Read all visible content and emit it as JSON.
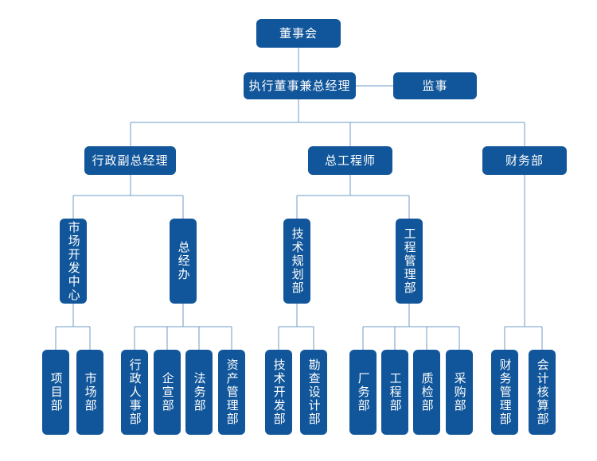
{
  "colors": {
    "box": "#11569a",
    "line": "#6e9bc8",
    "background": "#ffffff"
  },
  "org": {
    "board": "董事会",
    "ceo": "执行董事兼总经理",
    "supervisor": "监事",
    "vp_admin": "行政副总经理",
    "chief_engineer": "总工程师",
    "finance": "财务部",
    "market_center": "市场开发中心",
    "gm_office": "总经办",
    "tech_planning": "技术规划部",
    "eng_mgmt": "工程管理部",
    "projects_dept": "项目部",
    "market_dept": "市场部",
    "admin_hr": "行政人事部",
    "enterprise_pr": "企宣部",
    "legal": "法务部",
    "asset_mgmt": "资产管理部",
    "tech_dev": "技术开发部",
    "survey_design": "勘查设计部",
    "plant": "厂务部",
    "engineering": "工程部",
    "quality": "质检部",
    "procurement": "采购部",
    "finance_mgmt": "财务管理部",
    "accounting": "会计核算部"
  }
}
